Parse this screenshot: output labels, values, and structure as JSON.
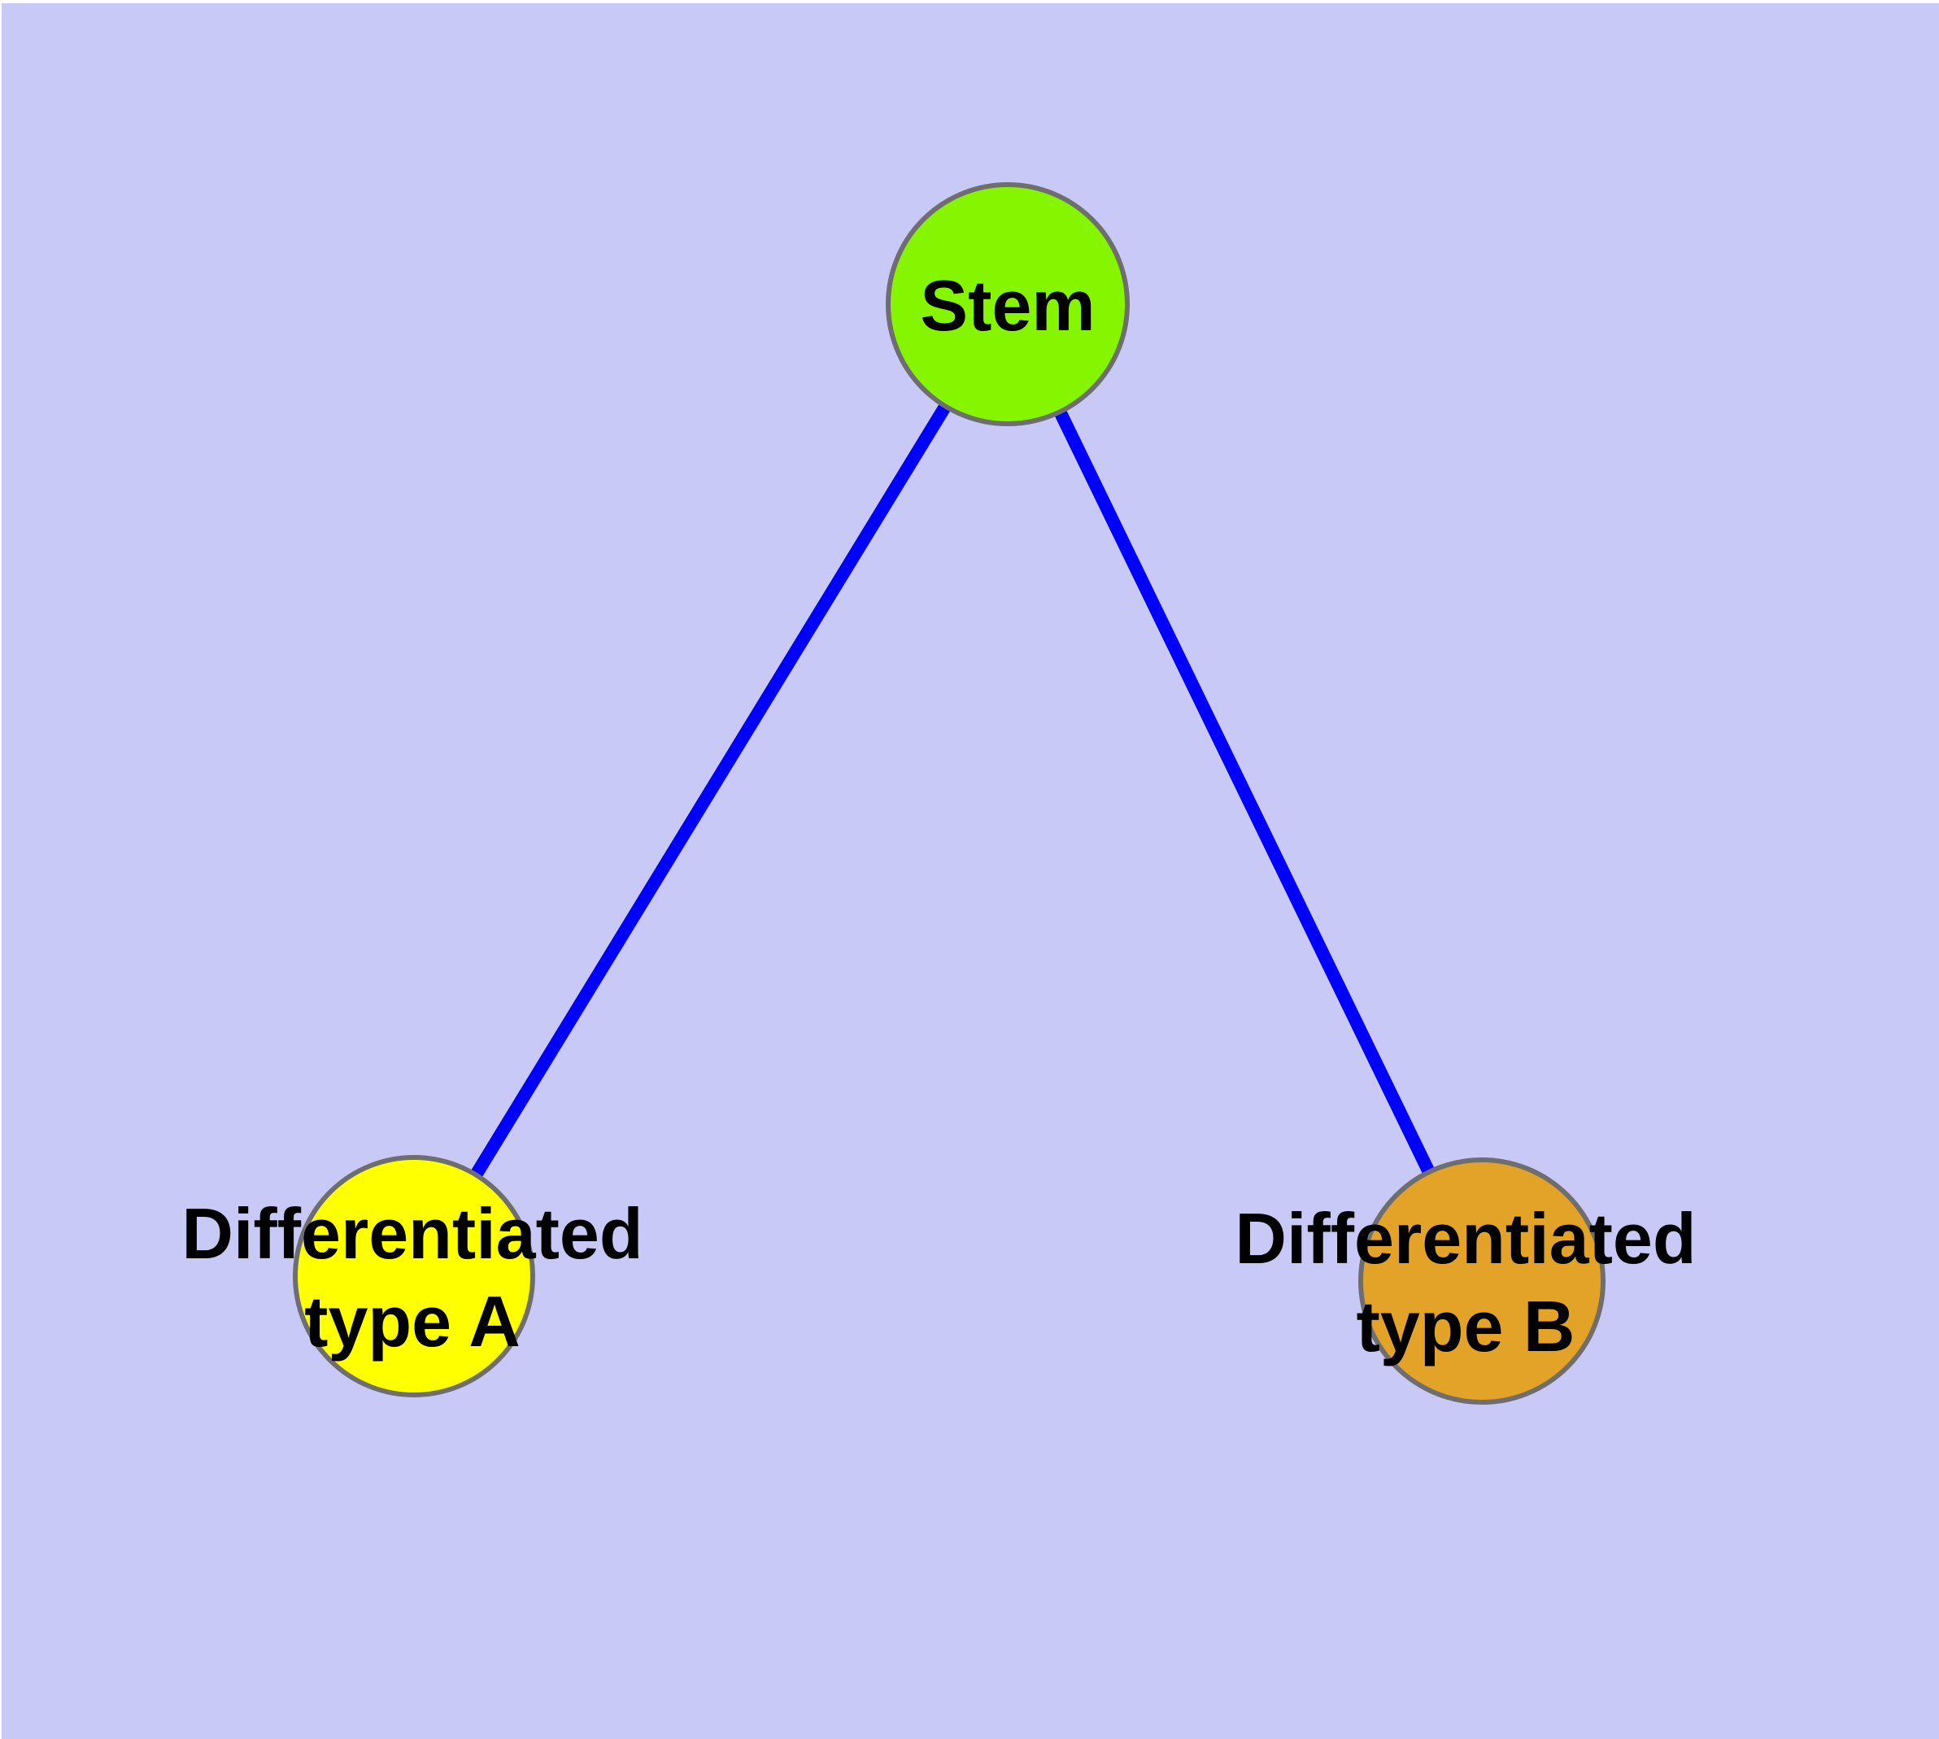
{
  "diagram": {
    "background_color": "#C9C9F8",
    "margin_color": "#FFFFFF",
    "edge_color": "#0000FF",
    "node_border_color": "#6E6E6E",
    "label_color": "#000000",
    "nodes": [
      {
        "id": "stem",
        "label": "Stem",
        "color": "#85F500"
      },
      {
        "id": "differentiated-type-a",
        "label": "Differentiated\ntype A",
        "color": "#FFFF00"
      },
      {
        "id": "differentiated-type-b",
        "label": "Differentiated\ntype B",
        "color": "#E3A329"
      }
    ],
    "edges": [
      {
        "from": "stem",
        "to": "differentiated-type-a"
      },
      {
        "from": "stem",
        "to": "differentiated-type-b"
      }
    ]
  }
}
